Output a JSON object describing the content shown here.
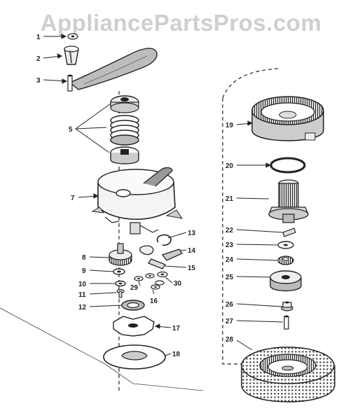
{
  "watermark": "AppliancePartsPros.com",
  "parts": [
    {
      "id": "p1",
      "label": "1"
    },
    {
      "id": "p2",
      "label": "2"
    },
    {
      "id": "p3",
      "label": "3"
    },
    {
      "id": "p5",
      "label": "5"
    },
    {
      "id": "p7",
      "label": "7"
    },
    {
      "id": "p8",
      "label": "8"
    },
    {
      "id": "p9",
      "label": "9"
    },
    {
      "id": "p10",
      "label": "10"
    },
    {
      "id": "p11",
      "label": "11"
    },
    {
      "id": "p12",
      "label": "12"
    },
    {
      "id": "p13",
      "label": "13"
    },
    {
      "id": "p14",
      "label": "14"
    },
    {
      "id": "p15",
      "label": "15"
    },
    {
      "id": "p16",
      "label": "16"
    },
    {
      "id": "p17",
      "label": "17"
    },
    {
      "id": "p18",
      "label": "18"
    },
    {
      "id": "p19",
      "label": "19"
    },
    {
      "id": "p20",
      "label": "20"
    },
    {
      "id": "p21",
      "label": "21"
    },
    {
      "id": "p22",
      "label": "22"
    },
    {
      "id": "p23",
      "label": "23"
    },
    {
      "id": "p24",
      "label": "24"
    },
    {
      "id": "p25",
      "label": "25"
    },
    {
      "id": "p26",
      "label": "26"
    },
    {
      "id": "p27",
      "label": "27"
    },
    {
      "id": "p28",
      "label": "28"
    },
    {
      "id": "p29",
      "label": "29"
    },
    {
      "id": "p30",
      "label": "30"
    }
  ],
  "colors": {
    "ink": "#1a1a1a",
    "shade": "#9a9a9a",
    "light": "#e6e6e6",
    "watermark": "#cfcfcf"
  }
}
